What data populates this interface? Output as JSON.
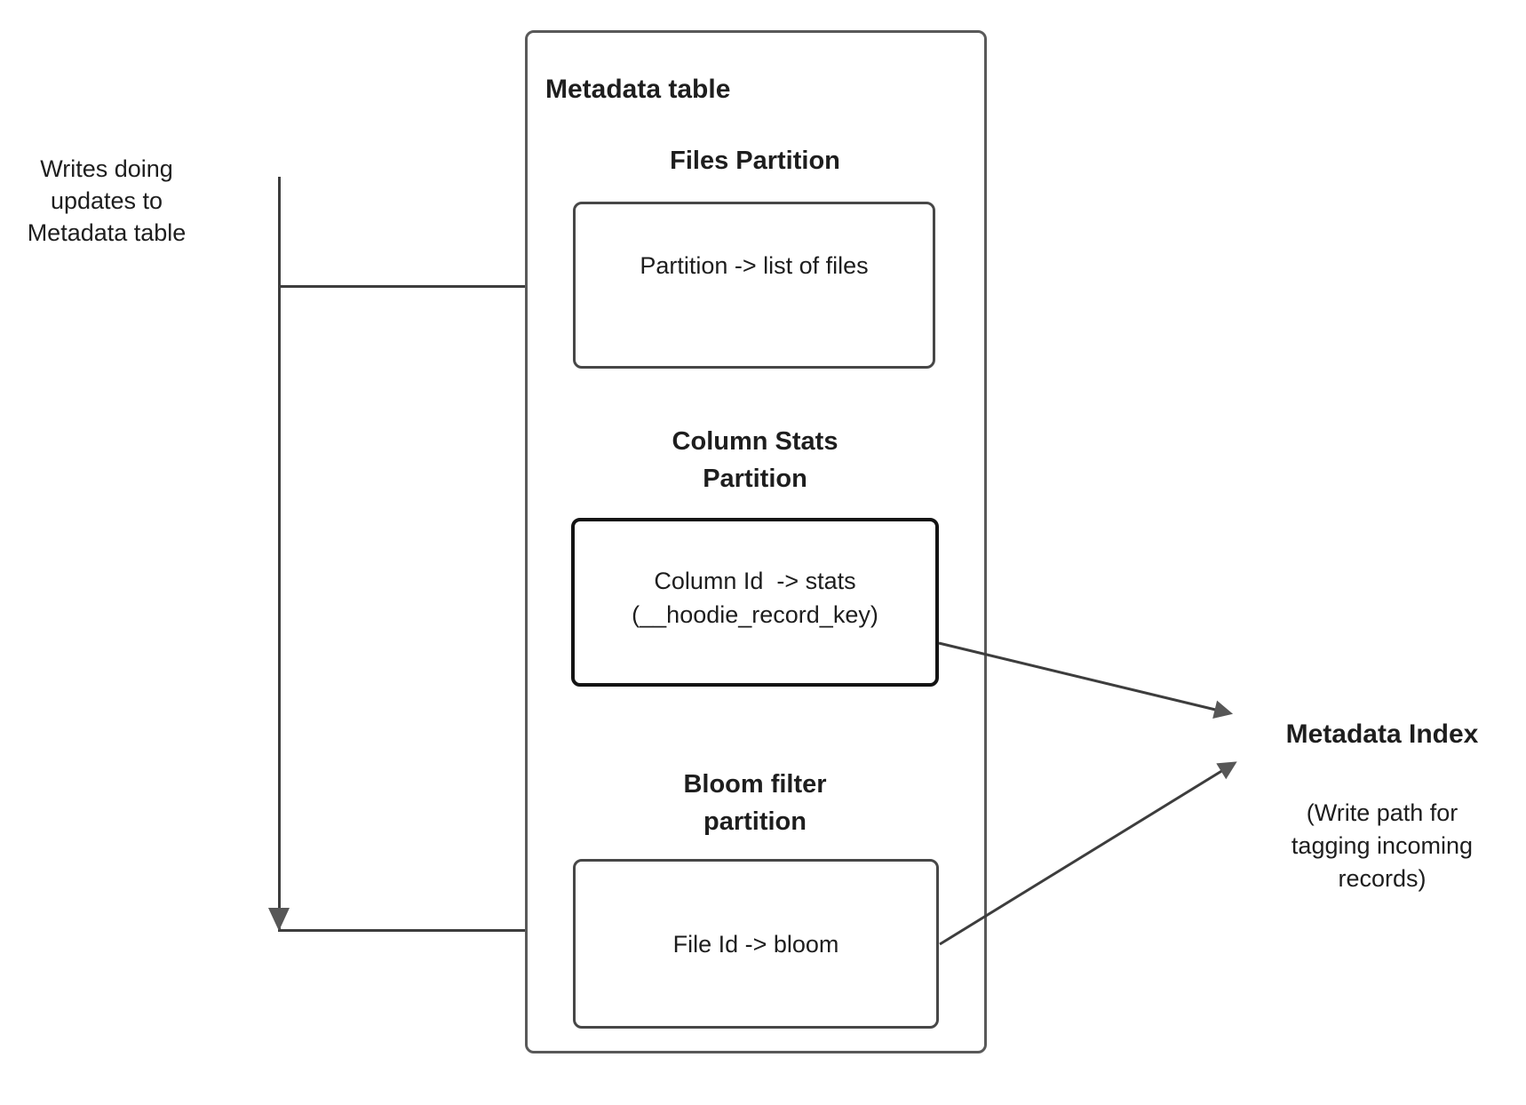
{
  "diagram": {
    "left_note": "Writes doing\nupdates to\nMetadata table",
    "metadata_table": {
      "title": "Metadata table",
      "sections": [
        {
          "heading": "Files Partition",
          "box_text": "Partition -> list of files"
        },
        {
          "heading": "Column Stats\nPartition",
          "box_text": "Column Id  -> stats\n(__hoodie_record_key)"
        },
        {
          "heading": "Bloom filter\npartition",
          "box_text": "File Id -> bloom"
        }
      ]
    },
    "metadata_index": {
      "title": "Metadata Index",
      "subtitle": "(Write path for\ntagging incoming\nrecords)"
    },
    "colors": {
      "outer_border": "#595959",
      "inner_border": "#474747",
      "stats_border": "#141414",
      "connector_line": "#3d3d3d",
      "arrowhead": "#575757",
      "text": "#1e1e1e",
      "background": "#ffffff"
    }
  }
}
